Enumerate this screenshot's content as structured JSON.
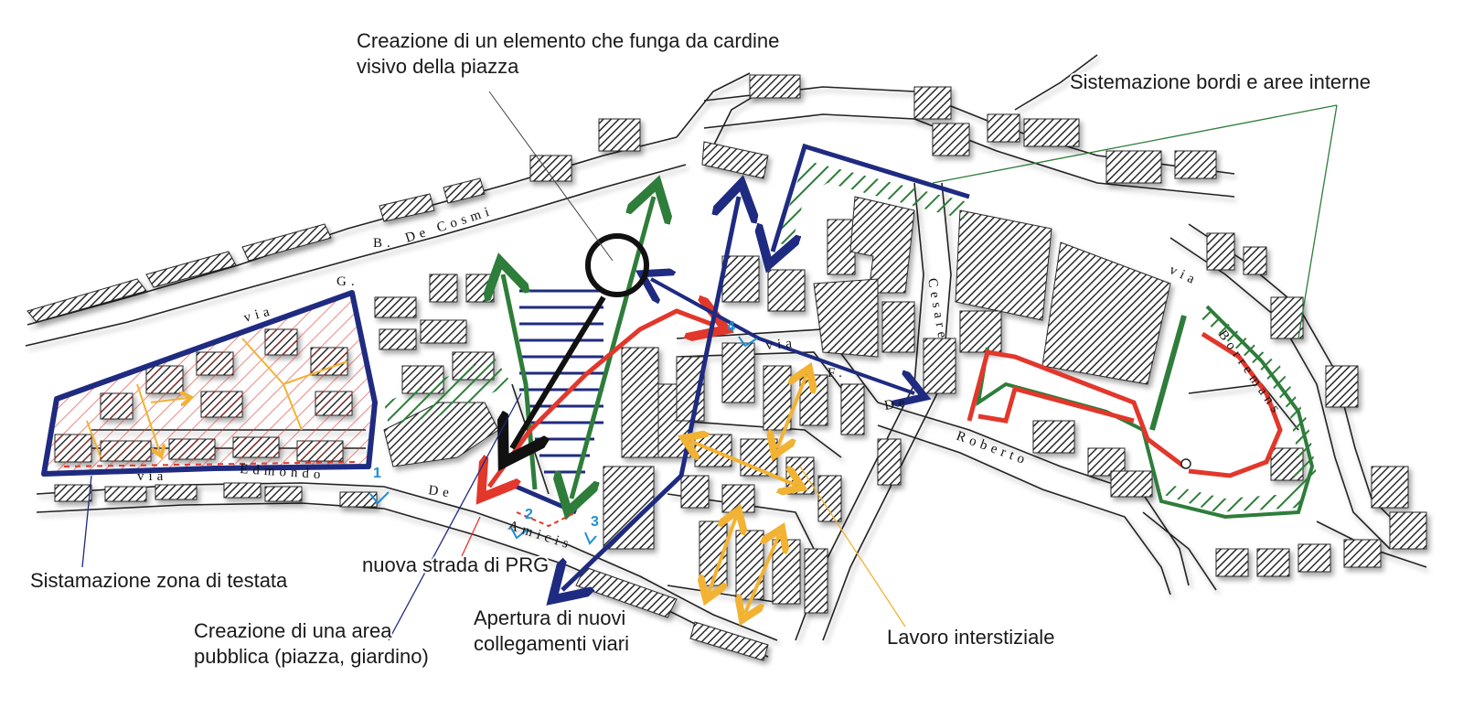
{
  "labels": {
    "cardine_line1": "Creazione di un elemento che funga da cardine",
    "cardine_line2": "visivo della piazza",
    "bordi": "Sistemazione bordi e aree interne",
    "testata": "Sistamazione zona di testata",
    "prg": "nuova strada di PRG",
    "area_line1": "Creazione di una area",
    "area_line2": "pubblica (piazza, giardino)",
    "collegamenti_line1": "Apertura di nuovi",
    "collegamenti_line2": "collegamenti viari",
    "interstiziale": "Lavoro interstiziale"
  },
  "streets": {
    "g": "G.",
    "b": "B.",
    "de_cosmi": "De Cosmi",
    "via_top": "via",
    "via_bottom": "via",
    "edmondo": "Edmondo",
    "de": "De",
    "amicis": "Amicis",
    "via_f": "via",
    "f": "F.",
    "de2": "De",
    "roberto": "Roberto",
    "via_borremans": "via",
    "borremans": "Borremans",
    "cesare": "Cesare"
  },
  "markers": [
    "1",
    "2",
    "3",
    "4"
  ],
  "colors": {
    "navy": "#1f2b80",
    "green": "#2e7d3a",
    "red": "#e2372b",
    "orange": "#f2b233",
    "blue_marker": "#1d8fd6",
    "black": "#111111"
  }
}
